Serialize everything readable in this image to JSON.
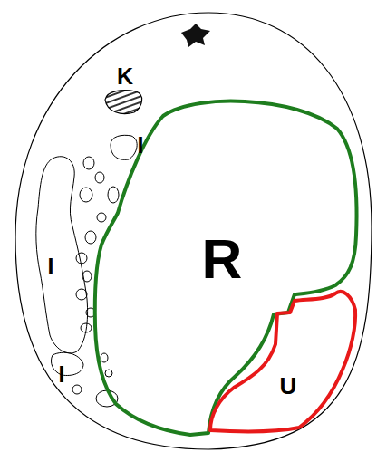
{
  "diagram": {
    "nodes": [
      {
        "text": [
          "R"
        ]
      },
      {
        "text": [
          "U"
        ]
      }
    ],
    "labels": [
      "K",
      "I",
      "I",
      "I"
    ]
  }
}
